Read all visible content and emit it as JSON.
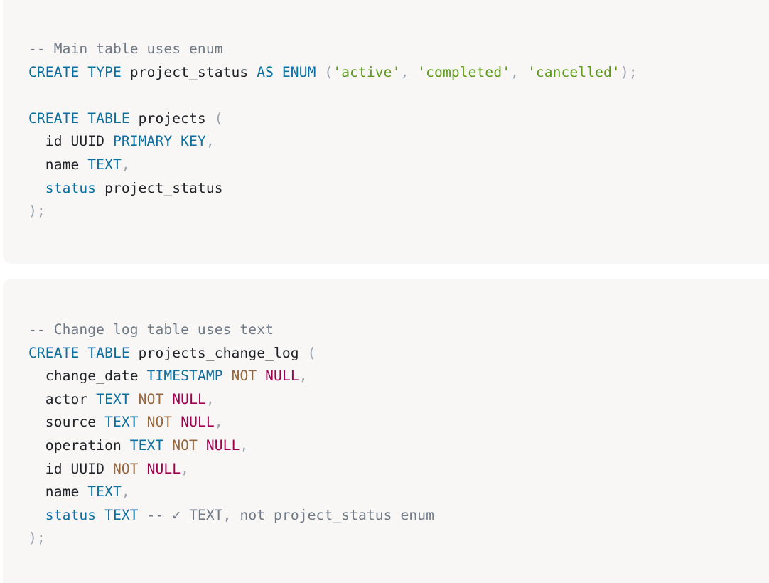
{
  "block1": {
    "lines": [
      [
        {
          "t": "-- Main table uses enum",
          "c": "c"
        }
      ],
      [
        {
          "t": "CREATE TYPE",
          "c": "k"
        },
        {
          "t": " project_status ",
          "c": "i"
        },
        {
          "t": "AS ENUM",
          "c": "k"
        },
        {
          "t": " (",
          "c": "p"
        },
        {
          "t": "'active'",
          "c": "s"
        },
        {
          "t": ", ",
          "c": "p"
        },
        {
          "t": "'completed'",
          "c": "s"
        },
        {
          "t": ", ",
          "c": "p"
        },
        {
          "t": "'cancelled'",
          "c": "s"
        },
        {
          "t": ");",
          "c": "p"
        }
      ],
      [],
      [
        {
          "t": "CREATE TABLE",
          "c": "k"
        },
        {
          "t": " projects ",
          "c": "i"
        },
        {
          "t": "(",
          "c": "p"
        }
      ],
      [
        {
          "t": "  id UUID ",
          "c": "i"
        },
        {
          "t": "PRIMARY KEY",
          "c": "k"
        },
        {
          "t": ",",
          "c": "p"
        }
      ],
      [
        {
          "t": "  name ",
          "c": "i"
        },
        {
          "t": "TEXT",
          "c": "k"
        },
        {
          "t": ",",
          "c": "p"
        }
      ],
      [
        {
          "t": "  ",
          "c": "i"
        },
        {
          "t": "status",
          "c": "k"
        },
        {
          "t": " project_status",
          "c": "i"
        }
      ],
      [
        {
          "t": ");",
          "c": "p"
        }
      ]
    ]
  },
  "block2": {
    "lines": [
      [
        {
          "t": "-- Change log table uses text",
          "c": "c"
        }
      ],
      [
        {
          "t": "CREATE TABLE",
          "c": "k"
        },
        {
          "t": " projects_change_log ",
          "c": "i"
        },
        {
          "t": "(",
          "c": "p"
        }
      ],
      [
        {
          "t": "  change_date ",
          "c": "i"
        },
        {
          "t": "TIMESTAMP",
          "c": "k"
        },
        {
          "t": " ",
          "c": "i"
        },
        {
          "t": "NOT",
          "c": "n"
        },
        {
          "t": " ",
          "c": "i"
        },
        {
          "t": "NULL",
          "c": "u"
        },
        {
          "t": ",",
          "c": "p"
        }
      ],
      [
        {
          "t": "  actor ",
          "c": "i"
        },
        {
          "t": "TEXT",
          "c": "k"
        },
        {
          "t": " ",
          "c": "i"
        },
        {
          "t": "NOT",
          "c": "n"
        },
        {
          "t": " ",
          "c": "i"
        },
        {
          "t": "NULL",
          "c": "u"
        },
        {
          "t": ",",
          "c": "p"
        }
      ],
      [
        {
          "t": "  source ",
          "c": "i"
        },
        {
          "t": "TEXT",
          "c": "k"
        },
        {
          "t": " ",
          "c": "i"
        },
        {
          "t": "NOT",
          "c": "n"
        },
        {
          "t": " ",
          "c": "i"
        },
        {
          "t": "NULL",
          "c": "u"
        },
        {
          "t": ",",
          "c": "p"
        }
      ],
      [
        {
          "t": "  operation ",
          "c": "i"
        },
        {
          "t": "TEXT",
          "c": "k"
        },
        {
          "t": " ",
          "c": "i"
        },
        {
          "t": "NOT",
          "c": "n"
        },
        {
          "t": " ",
          "c": "i"
        },
        {
          "t": "NULL",
          "c": "u"
        },
        {
          "t": ",",
          "c": "p"
        }
      ],
      [
        {
          "t": "  id UUID ",
          "c": "i"
        },
        {
          "t": "NOT",
          "c": "n"
        },
        {
          "t": " ",
          "c": "i"
        },
        {
          "t": "NULL",
          "c": "u"
        },
        {
          "t": ",",
          "c": "p"
        }
      ],
      [
        {
          "t": "  name ",
          "c": "i"
        },
        {
          "t": "TEXT",
          "c": "k"
        },
        {
          "t": ",",
          "c": "p"
        }
      ],
      [
        {
          "t": "  ",
          "c": "i"
        },
        {
          "t": "status",
          "c": "k"
        },
        {
          "t": " ",
          "c": "i"
        },
        {
          "t": "TEXT",
          "c": "k"
        },
        {
          "t": " -- ✓ TEXT, not project_status enum",
          "c": "c"
        }
      ],
      [
        {
          "t": ");",
          "c": "p"
        }
      ]
    ]
  },
  "colors": {
    "keyword": "#0b6fa0",
    "string": "#5c9a1c",
    "comment": "#6f7a86",
    "punctuation": "#9aa3ad",
    "not": "#96663c",
    "null": "#a1004f",
    "identifier": "#1f2328",
    "block_background": "#f8f7f6"
  }
}
